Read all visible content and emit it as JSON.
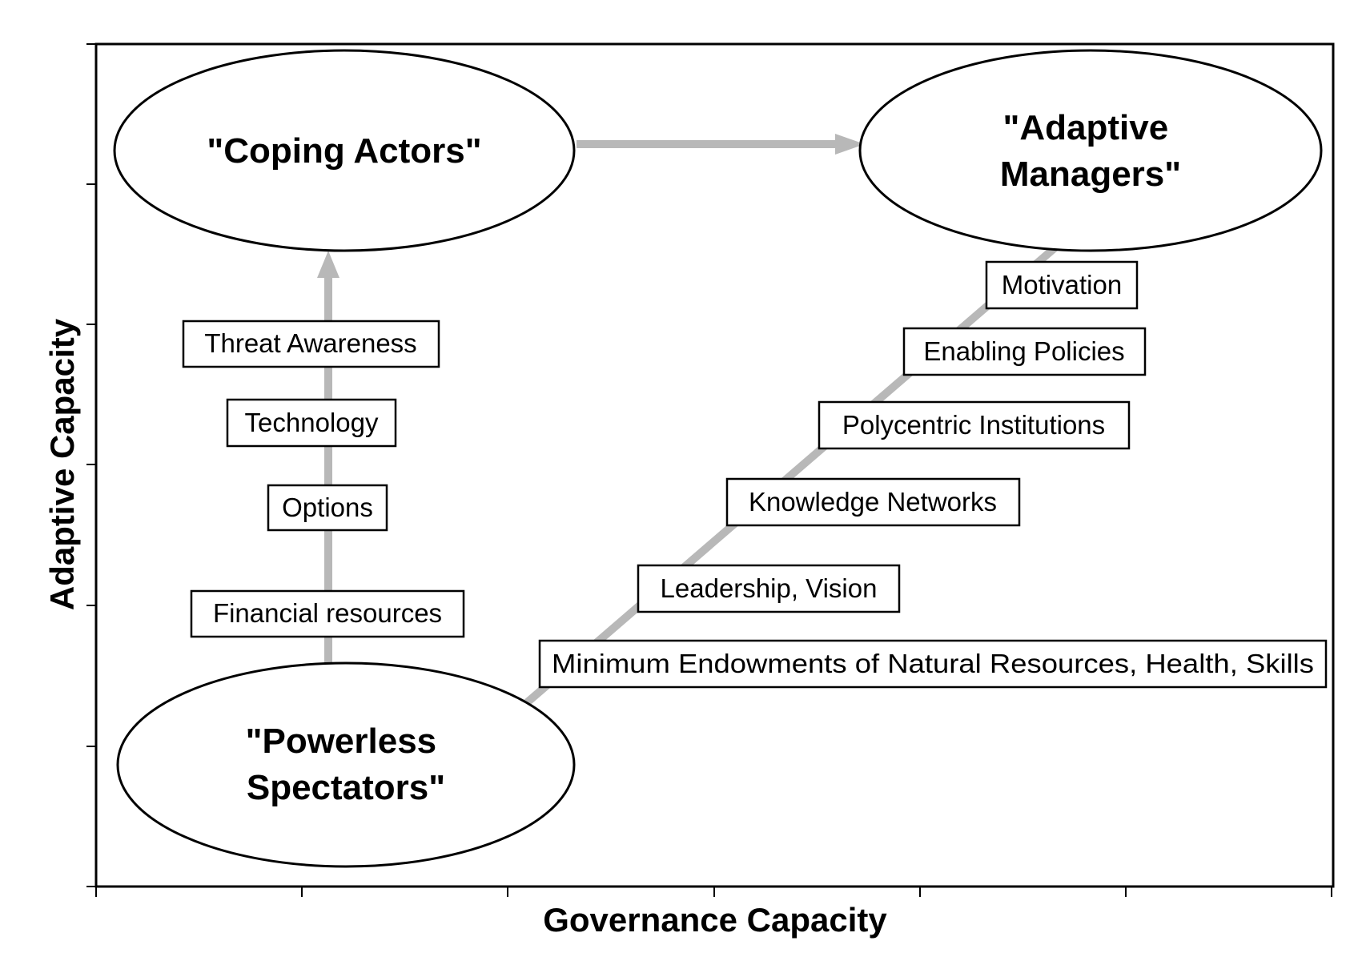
{
  "axes": {
    "x_label": "Governance Capacity",
    "y_label": "Adaptive Capacity"
  },
  "nodes": {
    "coping_actors": [
      "\"Coping Actors\""
    ],
    "adaptive_managers": [
      "\"Adaptive",
      "Managers\""
    ],
    "powerless_spectators": [
      "\"Powerless",
      "Spectators\""
    ]
  },
  "left_path_factors": [
    "Threat Awareness",
    "Technology",
    "Options",
    "Financial resources"
  ],
  "diagonal_path_factors": [
    "Motivation",
    "Enabling Policies",
    "Polycentric Institutions",
    "Knowledge Networks",
    "Leadership, Vision",
    "Minimum Endowments of Natural Resources, Health, Skills"
  ],
  "colors": {
    "arrow": "#b8b8b8",
    "stroke": "#000000",
    "background": "#ffffff"
  }
}
